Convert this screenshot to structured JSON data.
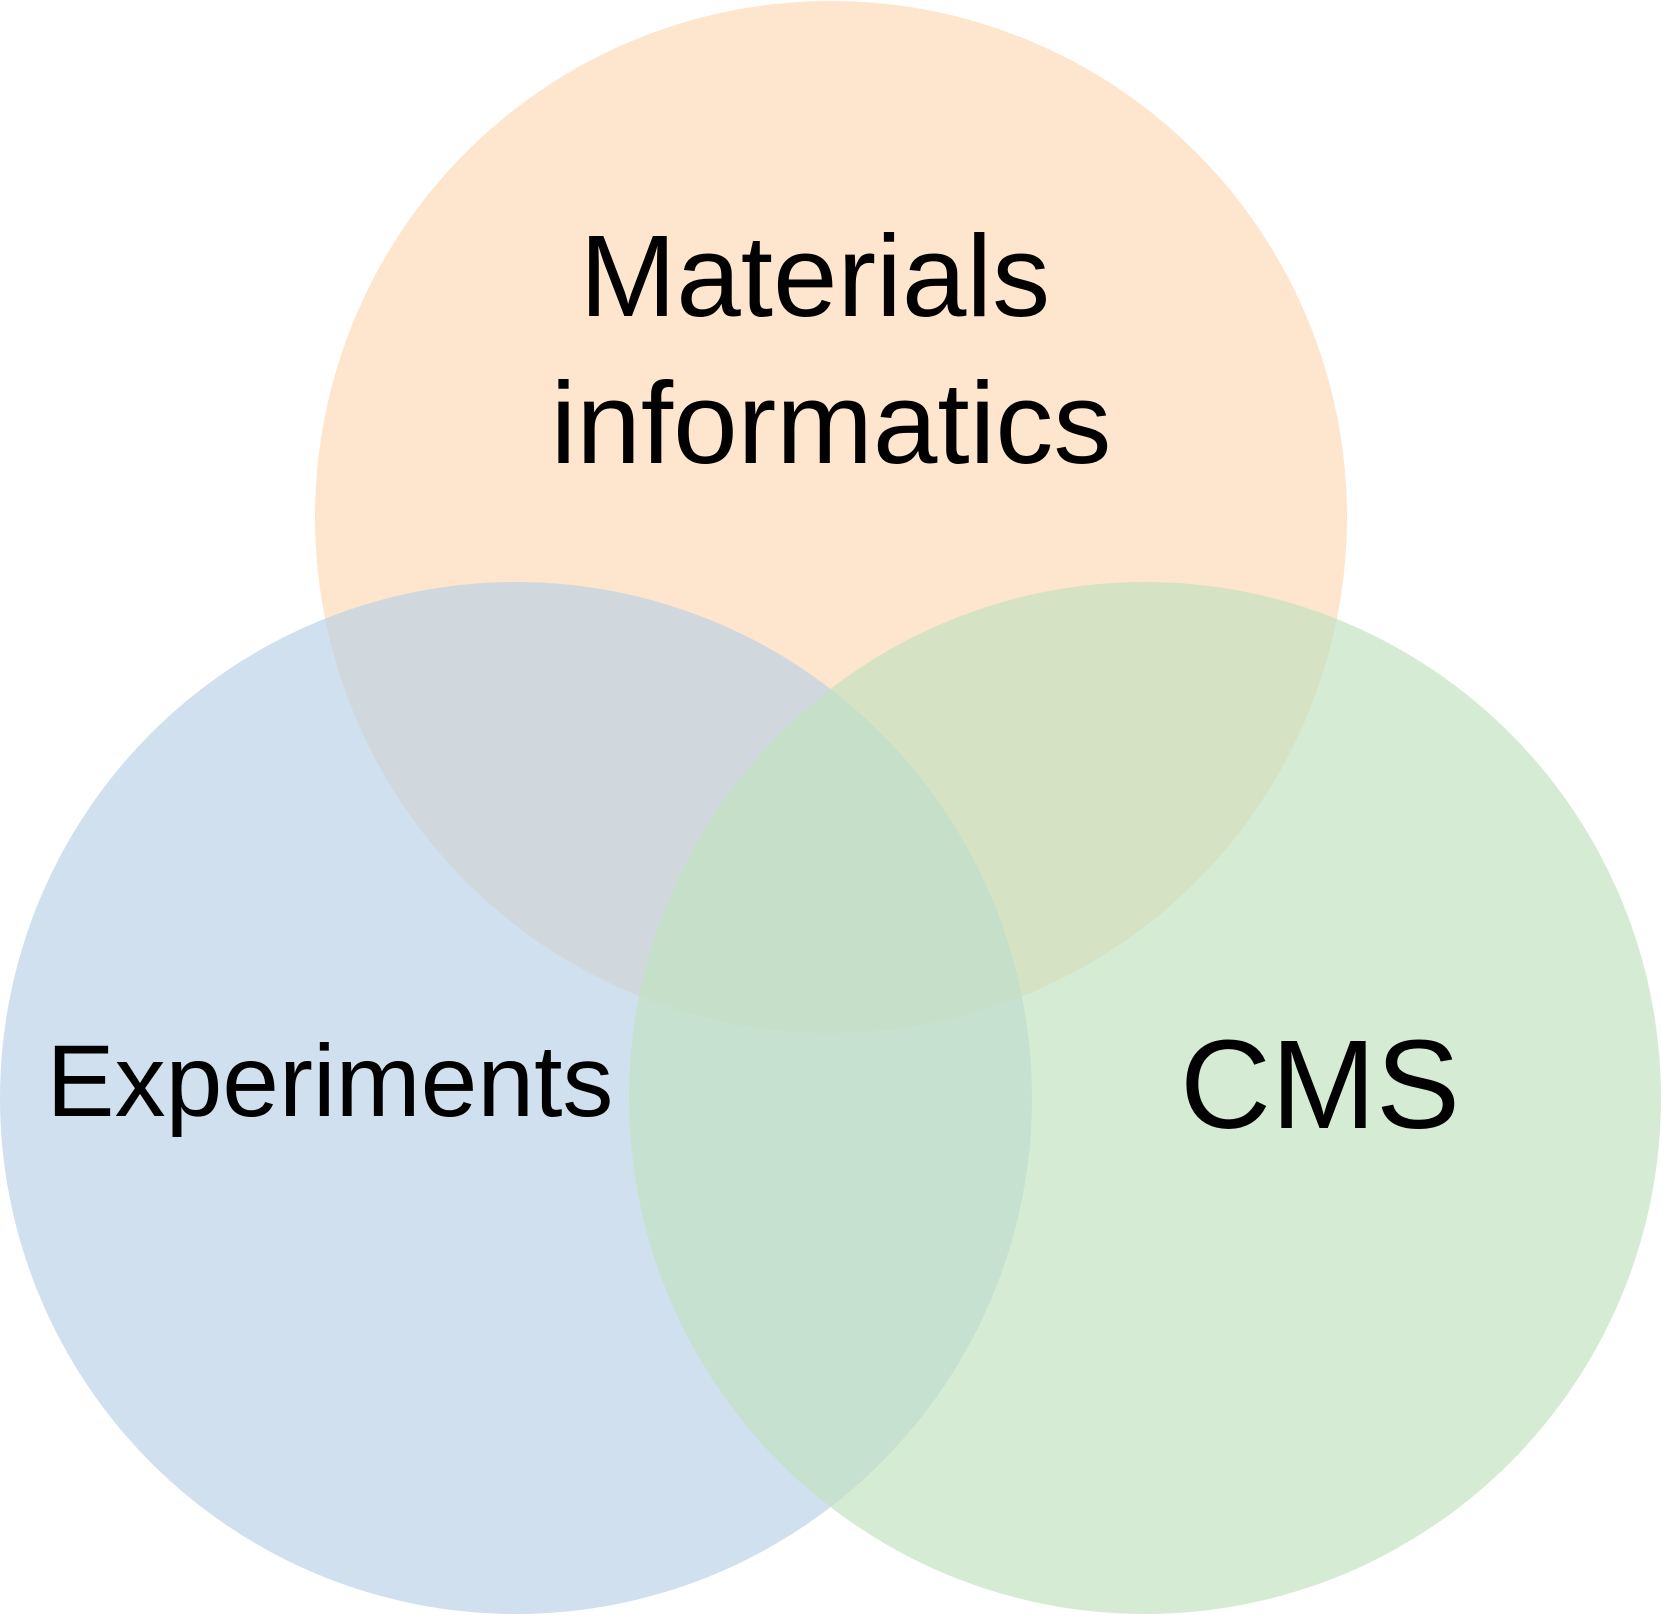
{
  "diagram": {
    "type": "venn",
    "sets": [
      {
        "id": "materials-informatics",
        "label_lines": [
          "Materials",
          "informatics"
        ],
        "color": "#FDD9B5"
      },
      {
        "id": "experiments",
        "label_lines": [
          "Experiments"
        ],
        "color": "#B9D2E6"
      },
      {
        "id": "cms",
        "label_lines": [
          "CMS"
        ],
        "color": "#C1E2BF"
      }
    ],
    "fill_opacity": 0.68,
    "text_color": "#000000",
    "background": "#FFFFFF"
  }
}
